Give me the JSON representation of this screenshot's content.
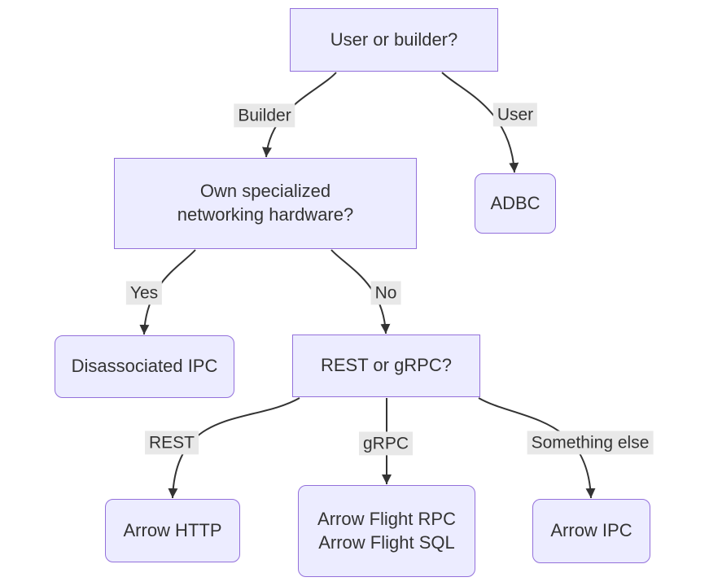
{
  "diagram": {
    "type": "flowchart",
    "direction": "top-down",
    "colors": {
      "node_fill": "#ECECFF",
      "node_border": "#9370DB",
      "edge_stroke": "#333333",
      "text": "#333333",
      "edge_label_bg": "#e8e8e8",
      "background": "#ffffff"
    },
    "nodes": {
      "user_or_builder": {
        "label": "User or builder?",
        "shape": "rect"
      },
      "hardware": {
        "label": "Own specialized\nnetworking hardware?",
        "shape": "rect"
      },
      "adbc": {
        "label": "ADBC",
        "shape": "rounded"
      },
      "disassociated_ipc": {
        "label": "Disassociated IPC",
        "shape": "rounded"
      },
      "rest_or_grpc": {
        "label": "REST or gRPC?",
        "shape": "rect"
      },
      "arrow_http": {
        "label": "Arrow HTTP",
        "shape": "rounded"
      },
      "arrow_flight": {
        "label": "Arrow Flight RPC\nArrow Flight SQL",
        "shape": "rounded"
      },
      "arrow_ipc": {
        "label": "Arrow IPC",
        "shape": "rounded"
      }
    },
    "edges": [
      {
        "from": "user_or_builder",
        "label": "Builder",
        "to": "hardware"
      },
      {
        "from": "user_or_builder",
        "label": "User",
        "to": "adbc"
      },
      {
        "from": "hardware",
        "label": "Yes",
        "to": "disassociated_ipc"
      },
      {
        "from": "hardware",
        "label": "No",
        "to": "rest_or_grpc"
      },
      {
        "from": "rest_or_grpc",
        "label": "REST",
        "to": "arrow_http"
      },
      {
        "from": "rest_or_grpc",
        "label": "gRPC",
        "to": "arrow_flight"
      },
      {
        "from": "rest_or_grpc",
        "label": "Something else",
        "to": "arrow_ipc"
      }
    ]
  }
}
